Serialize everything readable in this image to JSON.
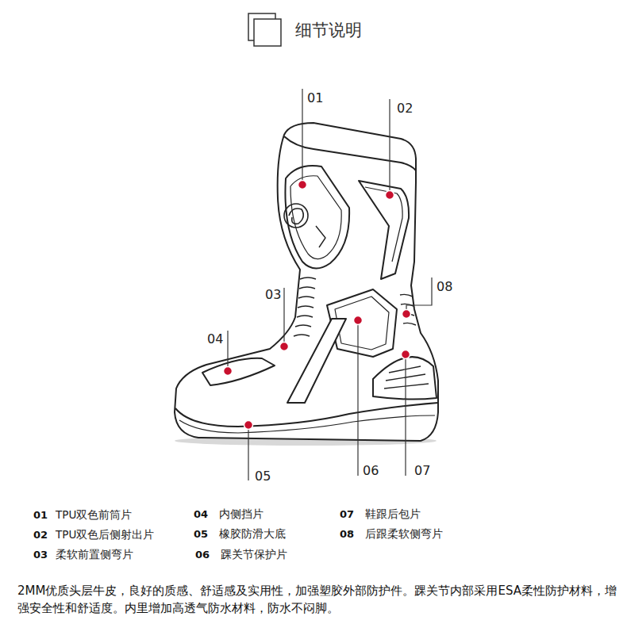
{
  "diagram": {
    "title": "细节说明",
    "labels": [
      "01",
      "02",
      "03",
      "08",
      "04",
      "05",
      "06",
      "07",
      "01",
      "TPU双色前筒片",
      "04",
      "内侧挡片",
      "07",
      "鞋跟后包片",
      "02",
      "TPU双色后侧射出片",
      "05",
      "橡胶防滑大底",
      "08",
      "后跟柔软侧弯片",
      "03",
      "柔软前置侧弯片",
      "06",
      "踝关节保护片"
    ],
    "caption": "2MM优质头层牛皮，良好的质感、舒适感及实用性，加强塑胶外部防护件。踝关节内部采用ESA柔性防护材料，增强安全性和舒适度。内里增加高透气防水材料，防水不闷脚。"
  }
}
